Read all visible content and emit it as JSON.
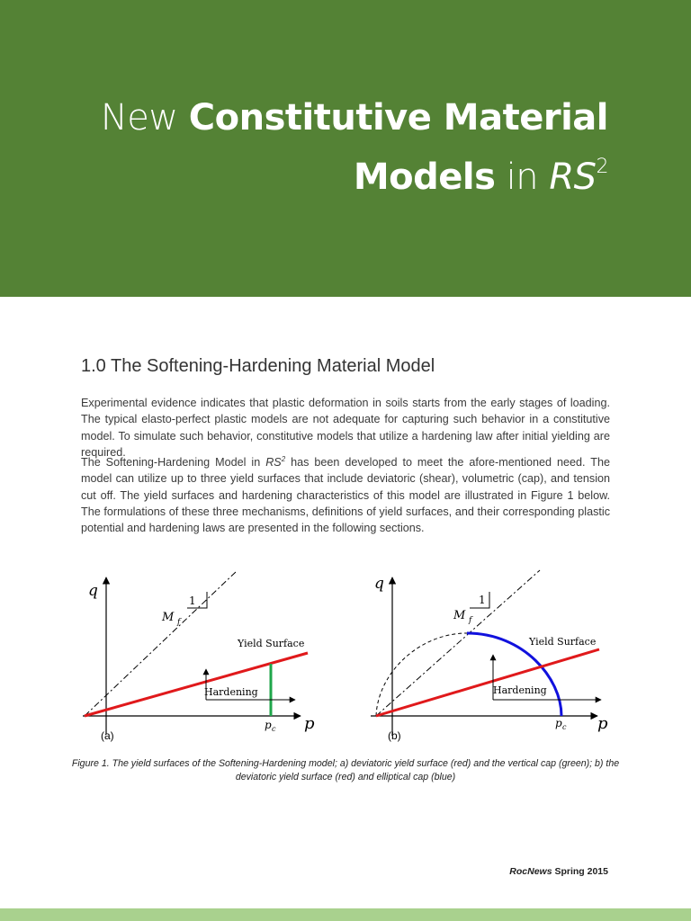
{
  "header": {
    "title_part1": "New ",
    "title_part2": "Constitutive Material",
    "title_part3": "Models",
    "title_part4": " in ",
    "title_part5": "RS",
    "title_sup": "2",
    "bg_color": "#548235"
  },
  "section": {
    "heading": "1.0 The Softening-Hardening Material Model",
    "para1": "Experimental evidence indicates that plastic deformation in soils starts from the early stages of loading. The typical elasto-perfect plastic models are not adequate for capturing such behavior in a constitutive model. To simulate such behavior, constitutive models that utilize a hardening law after initial yielding are required.",
    "para2_a": "The Softening-Hardening Model in ",
    "para2_rs": "RS",
    "para2_sup": "2",
    "para2_b": " has been developed to meet the afore-mentioned need. The model can utilize up to three yield surfaces that include deviatoric (shear), volumetric (cap), and tension cut off. The yield surfaces and hardening characteristics of this model are illustrated in Figure 1 below. The formulations of these three mechanisms, definitions of yield surfaces, and their corresponding plastic potential and hardening laws are presented in the following sections."
  },
  "figure": {
    "panel_a": {
      "q": "q",
      "p": "p",
      "M": "M",
      "f": "f",
      "one": "1",
      "yield": "Yield Surface",
      "hardening": "Hardening",
      "pc_p": "p",
      "pc_c": "c",
      "label": "(a)"
    },
    "panel_b": {
      "q": "q",
      "p": "p",
      "M": "M",
      "f": "f",
      "one": "1",
      "yield": "Yield Surface",
      "hardening": "Hardening",
      "pc_p": "p",
      "pc_c": "c",
      "label": "(b)"
    },
    "colors": {
      "deviatoric": "#e0191b",
      "vertical_cap": "#1fa64a",
      "elliptical_cap": "#1111dd"
    },
    "caption": "Figure 1. The yield surfaces of the Softening-Hardening model; a) deviatoric yield surface (red) and the vertical cap (green); b) the deviatoric yield surface (red) and elliptical cap (blue)"
  },
  "footer": {
    "publication": "RocNews",
    "issue": " Spring 2015",
    "bar_color": "#a9d18e"
  }
}
